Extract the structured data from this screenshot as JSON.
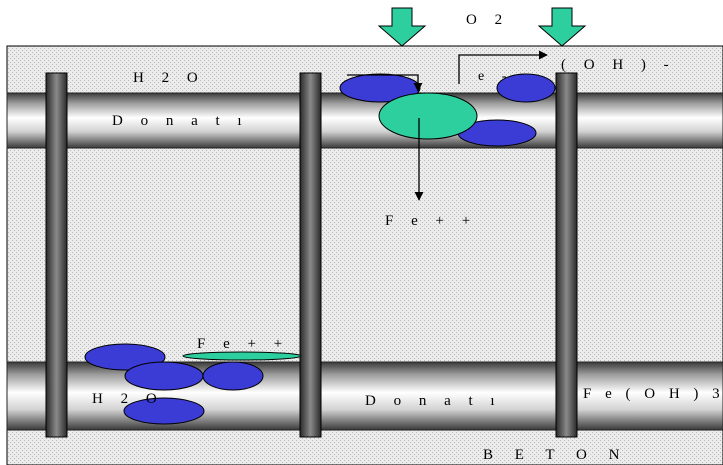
{
  "labels": {
    "o2": "O 2",
    "h2o_top": "H 2 O",
    "electron": "e -",
    "hydroxide": "( O H ) -",
    "rebar_top": "D o n a t ı",
    "fe_center": "F e   + +",
    "fe_bottom": "F e   + +",
    "h2o_bottom": "H 2 O",
    "rebar_bottom": "D o n a t ı",
    "feoh3": "F e ( O H ) 3",
    "beton": "B E T O N"
  },
  "colors": {
    "concrete_bg": "#e6e6e6",
    "concrete_dots": "#bdbdbd",
    "rust_blue": "#3b3bd6",
    "anode_green": "#2dcf9e",
    "arrow_green": "#2dcf9e",
    "outline": "#000000"
  }
}
